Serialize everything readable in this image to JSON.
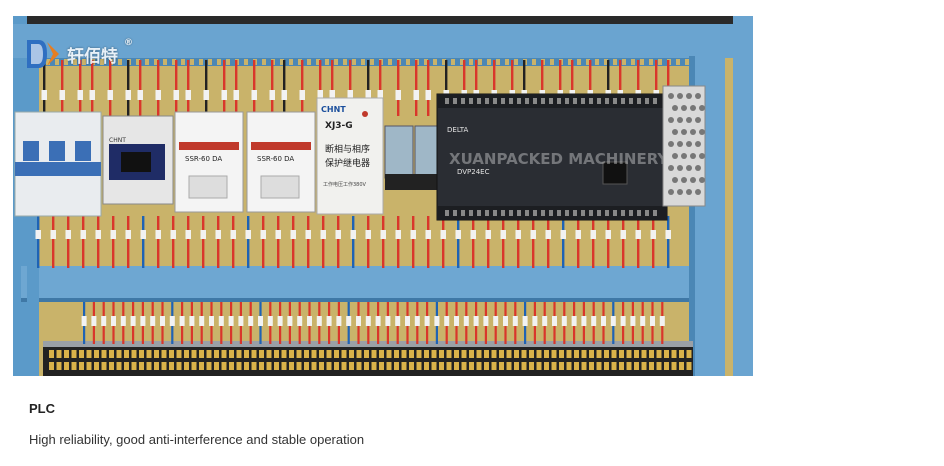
{
  "product": {
    "title": "PLC",
    "description": "High reliability, good anti-interference and stable operation"
  },
  "photo": {
    "watermark_brand": "轩佰特",
    "watermark_registered": "®",
    "chnt_brand": "CHNT",
    "relay_model": "XJ3-G",
    "relay_line1": "断相与相序",
    "relay_line2": "保护继电器",
    "relay_line3": "工作电压工作380V",
    "ssr_label": "SSR-60 DA",
    "plc_brand": "DELTA",
    "plc_model": "DVP24EC",
    "overlay_text": "XUANPACKED MACHINERY",
    "colors": {
      "panel_blue": "#5b9ac9",
      "wire_red": "#d9362b",
      "plc_body": "#2a2d33",
      "backplate": "#d7c078"
    }
  }
}
